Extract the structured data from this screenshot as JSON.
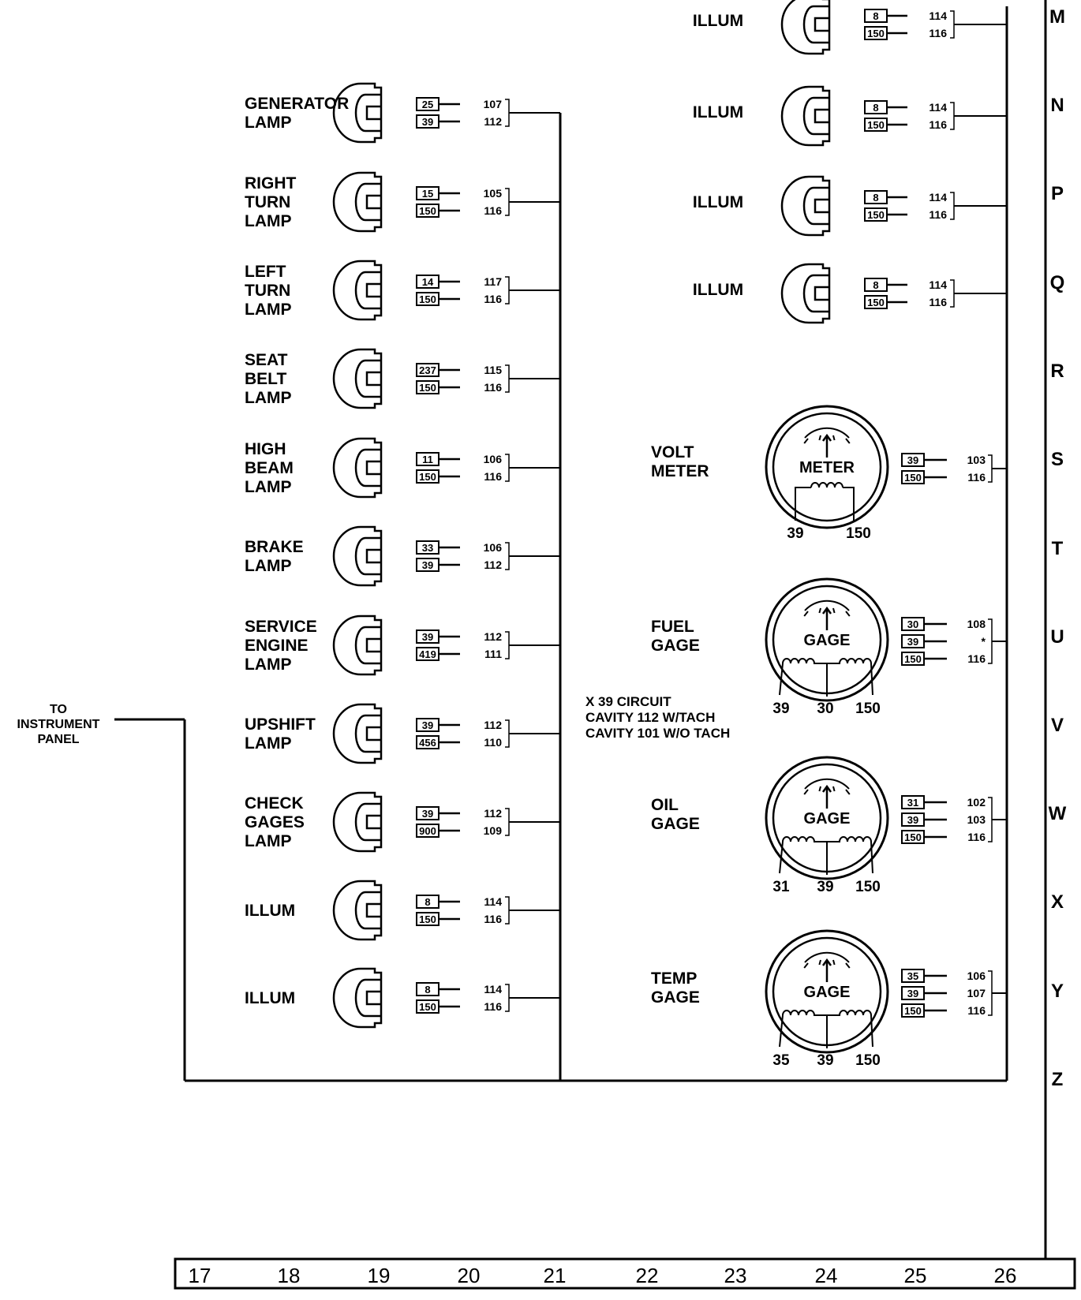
{
  "to_panel": [
    "TO",
    "INSTRUMENT",
    "PANEL"
  ],
  "row_letters": [
    "M",
    "N",
    "P",
    "Q",
    "R",
    "S",
    "T",
    "U",
    "V",
    "W",
    "X",
    "Y",
    "Z"
  ],
  "column_numbers": [
    "17",
    "18",
    "19",
    "20",
    "21",
    "22",
    "23",
    "24",
    "25",
    "26"
  ],
  "left_lamps": [
    {
      "label": [
        "GENERATOR",
        "LAMP"
      ],
      "wires": [
        "25",
        "39"
      ],
      "cavities": [
        "107",
        "112"
      ]
    },
    {
      "label": [
        "RIGHT",
        "TURN",
        "LAMP"
      ],
      "wires": [
        "15",
        "150"
      ],
      "cavities": [
        "105",
        "116"
      ]
    },
    {
      "label": [
        "LEFT",
        "TURN",
        "LAMP"
      ],
      "wires": [
        "14",
        "150"
      ],
      "cavities": [
        "117",
        "116"
      ]
    },
    {
      "label": [
        "SEAT",
        "BELT",
        "LAMP"
      ],
      "wires": [
        "237",
        "150"
      ],
      "cavities": [
        "115",
        "116"
      ]
    },
    {
      "label": [
        "HIGH",
        "BEAM",
        "LAMP"
      ],
      "wires": [
        "11",
        "150"
      ],
      "cavities": [
        "106",
        "116"
      ]
    },
    {
      "label": [
        "BRAKE",
        "LAMP"
      ],
      "wires": [
        "33",
        "39"
      ],
      "cavities": [
        "106",
        "112"
      ]
    },
    {
      "label": [
        "SERVICE",
        "ENGINE",
        "LAMP"
      ],
      "wires": [
        "39",
        "419"
      ],
      "cavities": [
        "112",
        "111"
      ]
    },
    {
      "label": [
        "UPSHIFT",
        "LAMP"
      ],
      "wires": [
        "39",
        "456"
      ],
      "cavities": [
        "112",
        "110"
      ]
    },
    {
      "label": [
        "CHECK",
        "GAGES",
        "LAMP"
      ],
      "wires": [
        "39",
        "900"
      ],
      "cavities": [
        "112",
        "109"
      ]
    },
    {
      "label": [
        "ILLUM"
      ],
      "wires": [
        "8",
        "150"
      ],
      "cavities": [
        "114",
        "116"
      ]
    },
    {
      "label": [
        "ILLUM"
      ],
      "wires": [
        "8",
        "150"
      ],
      "cavities": [
        "114",
        "116"
      ]
    }
  ],
  "right_lamps": [
    {
      "label": [
        "ILLUM"
      ],
      "wires": [
        "8",
        "150"
      ],
      "cavities": [
        "114",
        "116"
      ]
    },
    {
      "label": [
        "ILLUM"
      ],
      "wires": [
        "8",
        "150"
      ],
      "cavities": [
        "114",
        "116"
      ]
    },
    {
      "label": [
        "ILLUM"
      ],
      "wires": [
        "8",
        "150"
      ],
      "cavities": [
        "114",
        "116"
      ]
    },
    {
      "label": [
        "ILLUM"
      ],
      "wires": [
        "8",
        "150"
      ],
      "cavities": [
        "114",
        "116"
      ]
    }
  ],
  "gauges": [
    {
      "label": [
        "VOLT",
        "METER"
      ],
      "face": "METER",
      "terminals": [
        "39",
        "150"
      ],
      "wires": [
        "39",
        "150"
      ],
      "cavities": [
        "103",
        "116"
      ]
    },
    {
      "label": [
        "FUEL",
        "GAGE"
      ],
      "face": "GAGE",
      "terminals": [
        "39",
        "30",
        "150"
      ],
      "wires": [
        "30",
        "39",
        "150"
      ],
      "cavities": [
        "108",
        "*",
        "116"
      ]
    },
    {
      "label": [
        "OIL",
        "GAGE"
      ],
      "face": "GAGE",
      "terminals": [
        "31",
        "39",
        "150"
      ],
      "wires": [
        "31",
        "39",
        "150"
      ],
      "cavities": [
        "102",
        "103",
        "116"
      ]
    },
    {
      "label": [
        "TEMP",
        "GAGE"
      ],
      "face": "GAGE",
      "terminals": [
        "35",
        "39",
        "150"
      ],
      "wires": [
        "35",
        "39",
        "150"
      ],
      "cavities": [
        "106",
        "107",
        "116"
      ]
    }
  ],
  "footnote": [
    "X 39 CIRCUIT",
    "CAVITY 112 W/TACH",
    "CAVITY 101 W/O TACH"
  ]
}
